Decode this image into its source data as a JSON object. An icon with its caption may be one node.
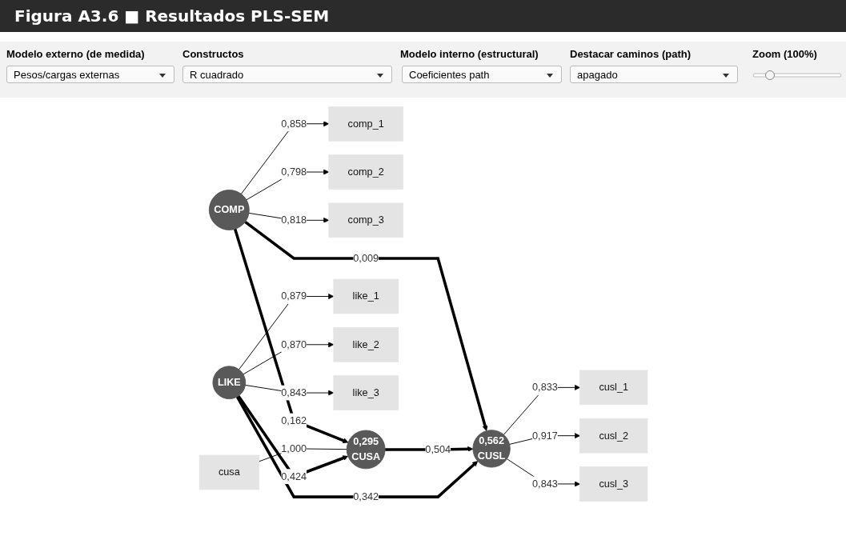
{
  "diagram": {
    "title": "Figura A3.6 ■ Resultados PLS-SEM",
    "nodes": [
      {
        "text": [
          "COMP"
        ]
      },
      {
        "text": [
          "comp_1"
        ]
      },
      {
        "text": [
          "comp_2"
        ]
      },
      {
        "text": [
          "comp_3"
        ]
      },
      {
        "text": [
          "cusa"
        ]
      },
      {
        "text": [
          "0,295",
          "CUSA"
        ]
      },
      {
        "text": [
          "0,562",
          "CUSL"
        ]
      },
      {
        "text": [
          "cusl_1"
        ]
      },
      {
        "text": [
          "cusl_2"
        ]
      },
      {
        "text": [
          "cusl_3"
        ]
      },
      {
        "text": [
          "LIKE"
        ]
      },
      {
        "text": [
          "like_1"
        ]
      },
      {
        "text": [
          "like_2"
        ]
      },
      {
        "text": [
          "like_3"
        ]
      }
    ],
    "edges": [
      {
        "from": 0,
        "to": 1,
        "arrow": "to",
        "label": "0,858"
      },
      {
        "from": 0,
        "to": 2,
        "arrow": "to",
        "label": "0,798"
      },
      {
        "from": 0,
        "to": 3,
        "arrow": "to",
        "label": "0,818"
      },
      {
        "from": 0,
        "to": 5,
        "arrow": "to",
        "label": "0,162",
        "style": "thick"
      },
      {
        "from": 0,
        "to": 6,
        "arrow": "to",
        "label": "0,009",
        "style": "thick"
      },
      {
        "from": 4,
        "to": 5,
        "arrow": "none",
        "label": "1,000"
      },
      {
        "from": 5,
        "to": 6,
        "arrow": "to",
        "label": "0,504",
        "style": "thick"
      },
      {
        "from": 6,
        "to": 7,
        "arrow": "to",
        "label": "0,833"
      },
      {
        "from": 6,
        "to": 8,
        "arrow": "to",
        "label": "0,917"
      },
      {
        "from": 6,
        "to": 9,
        "arrow": "to",
        "label": "0,843"
      },
      {
        "from": 10,
        "to": 11,
        "arrow": "to",
        "label": "0,879"
      },
      {
        "from": 10,
        "to": 12,
        "arrow": "to",
        "label": "0,870"
      },
      {
        "from": 10,
        "to": 13,
        "arrow": "to",
        "label": "0,843"
      },
      {
        "from": 10,
        "to": 5,
        "arrow": "to",
        "label": "0,424",
        "style": "thick"
      },
      {
        "from": 10,
        "to": 6,
        "arrow": "to",
        "label": "0,342",
        "style": "thick"
      }
    ],
    "labels": [
      "Modelo externo (de medida)",
      "Constructos",
      "Modelo interno (estructural)",
      "Destacar caminos (path)",
      "Zoom (100%)",
      "Pesos/cargas externas",
      "R cuadrado",
      "Coeficientes path",
      "apagado"
    ]
  }
}
